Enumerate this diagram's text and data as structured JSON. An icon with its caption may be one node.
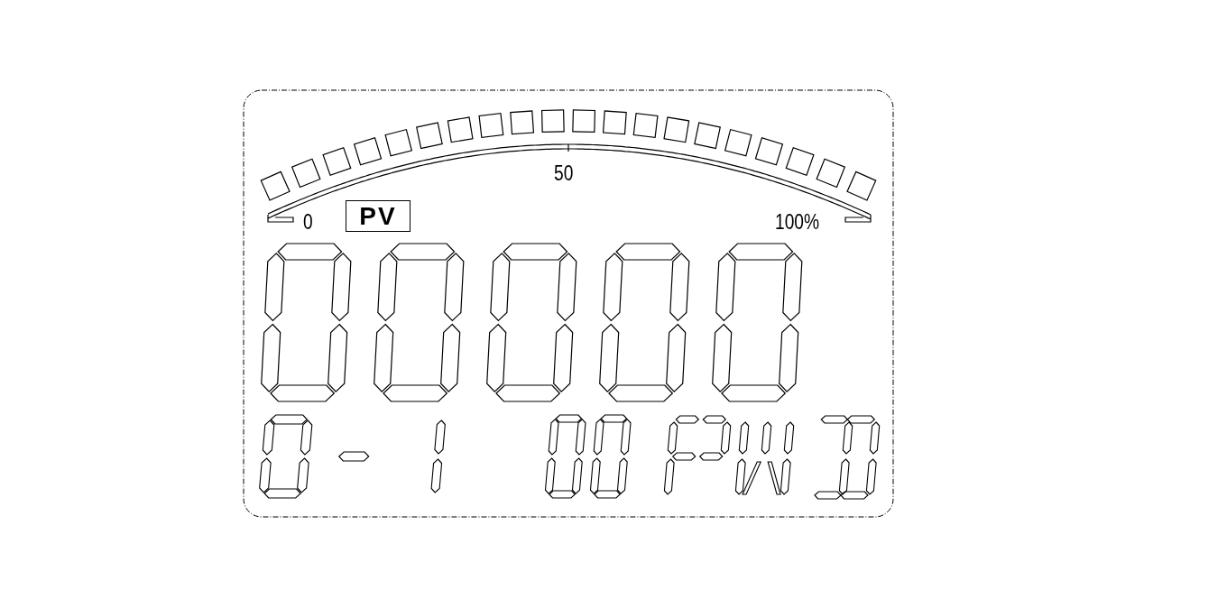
{
  "diagram": {
    "nodes": [
      {
        "text": [
          "PV"
        ]
      }
    ],
    "labels": [
      "0",
      "50",
      "100%"
    ]
  }
}
